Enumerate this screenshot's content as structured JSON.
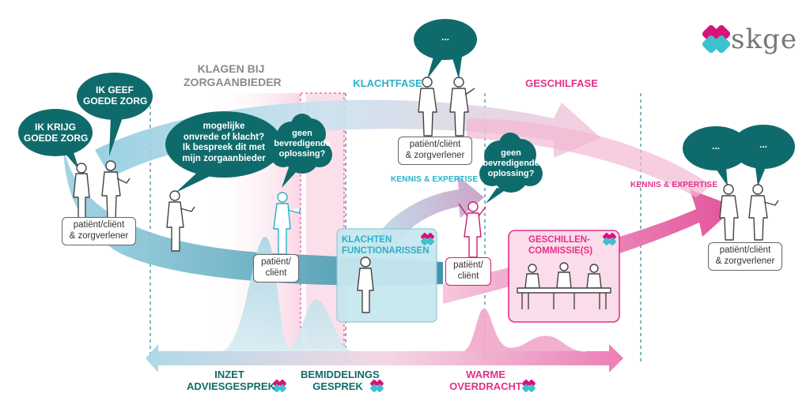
{
  "brand": {
    "name": "skge",
    "pink": "#d9127a",
    "cyan": "#3ec0cf",
    "teal": "#0f6b6b"
  },
  "phases": {
    "klagen": "KLAGEN BIJ\nZORGAANBIEDER",
    "klacht": "KLACHTFASE",
    "geschil": "GESCHILFASE"
  },
  "bubbles": {
    "ik_krijg": "IK KRIJG\nGOEDE ZORG",
    "ik_geef": "IK GEEF\nGOEDE ZORG",
    "mogelijke": "mogelijke\nonvrede of klacht?\nIk bespreek dit met\nmijn zorgaanbieder",
    "geen1": "geen\nbevredigende\noplossing?",
    "top_dots": "...",
    "geen2": "geen\nbevredigende\noplossing?",
    "right_dots1": "...",
    "right_dots2": "..."
  },
  "boxes": {
    "left_pair": "patiënt/cliënt\n& zorgverlener",
    "patient1": "patiënt/\ncliënt",
    "top_pair": "patiënt/cliënt\n& zorgverlener",
    "patient2": "patiënt/\ncliënt",
    "right_pair": "patiënt/cliënt\n& zorgverlener"
  },
  "panels": {
    "klachten": "KLACHTEN\nFUNCTIONARISSEN",
    "geschillen": "GESCHILLEN-\nCOMMISSIE(S)"
  },
  "kennis1": "KENNIS & EXPERTISE",
  "kennis2": "KENNIS & EXPERTISE",
  "bottom": {
    "inzet": "INZET\nADVIESGESPREK",
    "bemiddeling": "BEMIDDELINGS\nGESPREK",
    "warme": "WARME\nOVERDRACHT"
  }
}
